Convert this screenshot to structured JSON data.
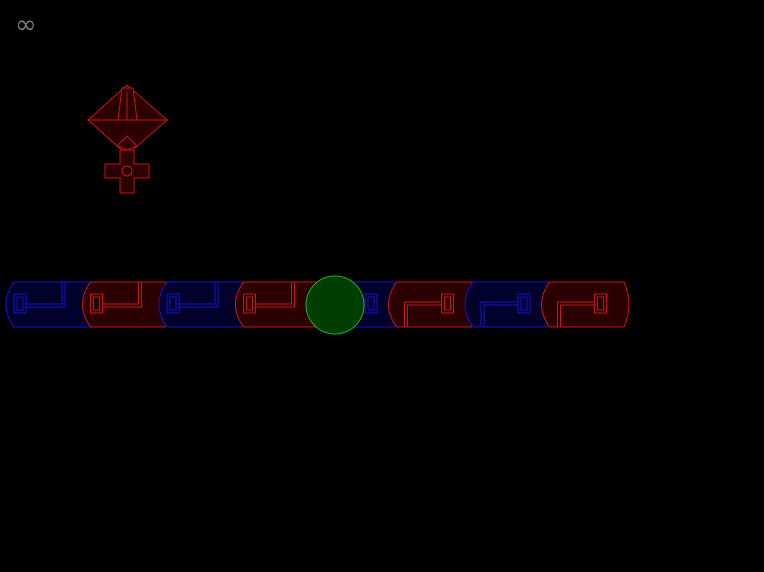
{
  "hud": {
    "lives_symbol": "∞"
  },
  "palette": {
    "background": "#000000",
    "blue_dark": "#00002a",
    "blue_line": "#1414d2",
    "red_dark": "#2b0000",
    "red_line": "#c81414",
    "green_fill": "#003d00",
    "green_line": "#19b319",
    "hud_grey": "#7a7a7a"
  },
  "track": {
    "segments": [
      {
        "color": "blue",
        "pattern": "up"
      },
      {
        "color": "red",
        "pattern": "up"
      },
      {
        "color": "blue",
        "pattern": "up"
      },
      {
        "color": "red",
        "pattern": "up"
      },
      {
        "color": "blue",
        "pattern": "down"
      },
      {
        "color": "red",
        "pattern": "down"
      },
      {
        "color": "blue",
        "pattern": "down"
      },
      {
        "color": "red",
        "pattern": "down"
      }
    ]
  },
  "ball": {
    "color": "green"
  },
  "player_ship": {
    "color": "red"
  }
}
